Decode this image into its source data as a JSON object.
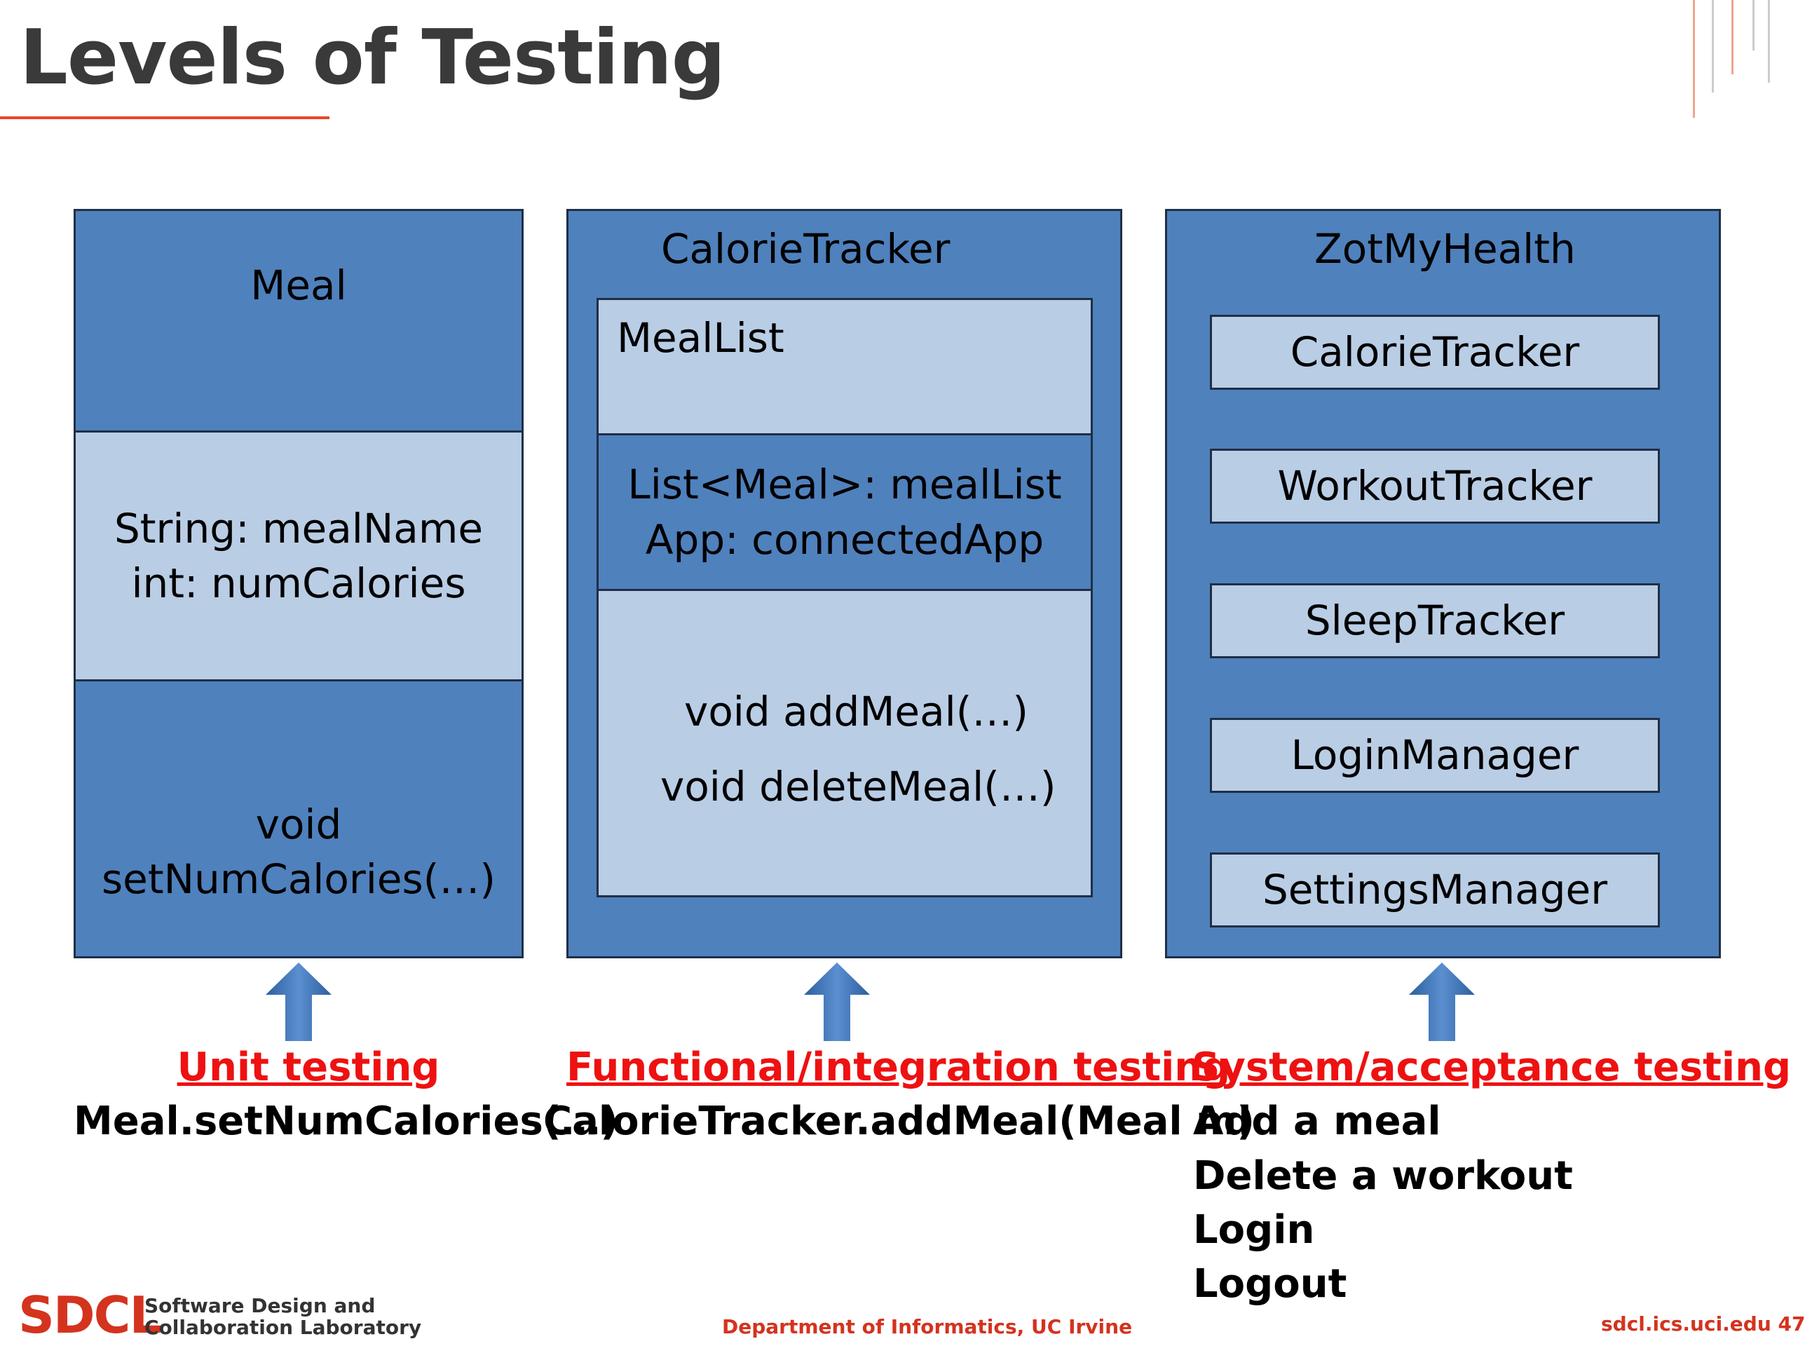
{
  "title": "Levels of Testing",
  "meal_class": {
    "name": "Meal",
    "attributes": "String: mealName\nint: numCalories",
    "methods": "void setNumCalories(…)"
  },
  "calorie_tracker": {
    "title": "CalorieTracker",
    "class_name": "MealList",
    "attributes": "List<Meal>: mealList\nApp: connectedApp",
    "method_add": "void addMeal(…)",
    "method_delete": "void deleteMeal(…)"
  },
  "zot_my_health": {
    "title": "ZotMyHealth",
    "components": [
      "CalorieTracker",
      "WorkoutTracker",
      "SleepTracker",
      "LoginManager",
      "SettingsManager"
    ]
  },
  "levels": [
    {
      "label": "Unit testing",
      "example": "Meal.setNumCalories(…)"
    },
    {
      "label": "Functional/integration testing",
      "example": "CalorieTracker.addMeal(Meal m)"
    },
    {
      "label": "System/acceptance testing",
      "examples": [
        "Add a meal",
        "Delete a workout",
        "Login",
        "Logout"
      ]
    }
  ],
  "footer": {
    "logo": "SDCL",
    "lab_name": "Software Design and\nCollaboration Laboratory",
    "department": "Department of Informatics, UC Irvine",
    "url_page": "sdcl.ics.uci.edu  47"
  },
  "colors": {
    "box_dark": "#4f81bd",
    "box_light": "#b9cde5",
    "accent": "#ee1111",
    "brand": "#d4331e"
  }
}
